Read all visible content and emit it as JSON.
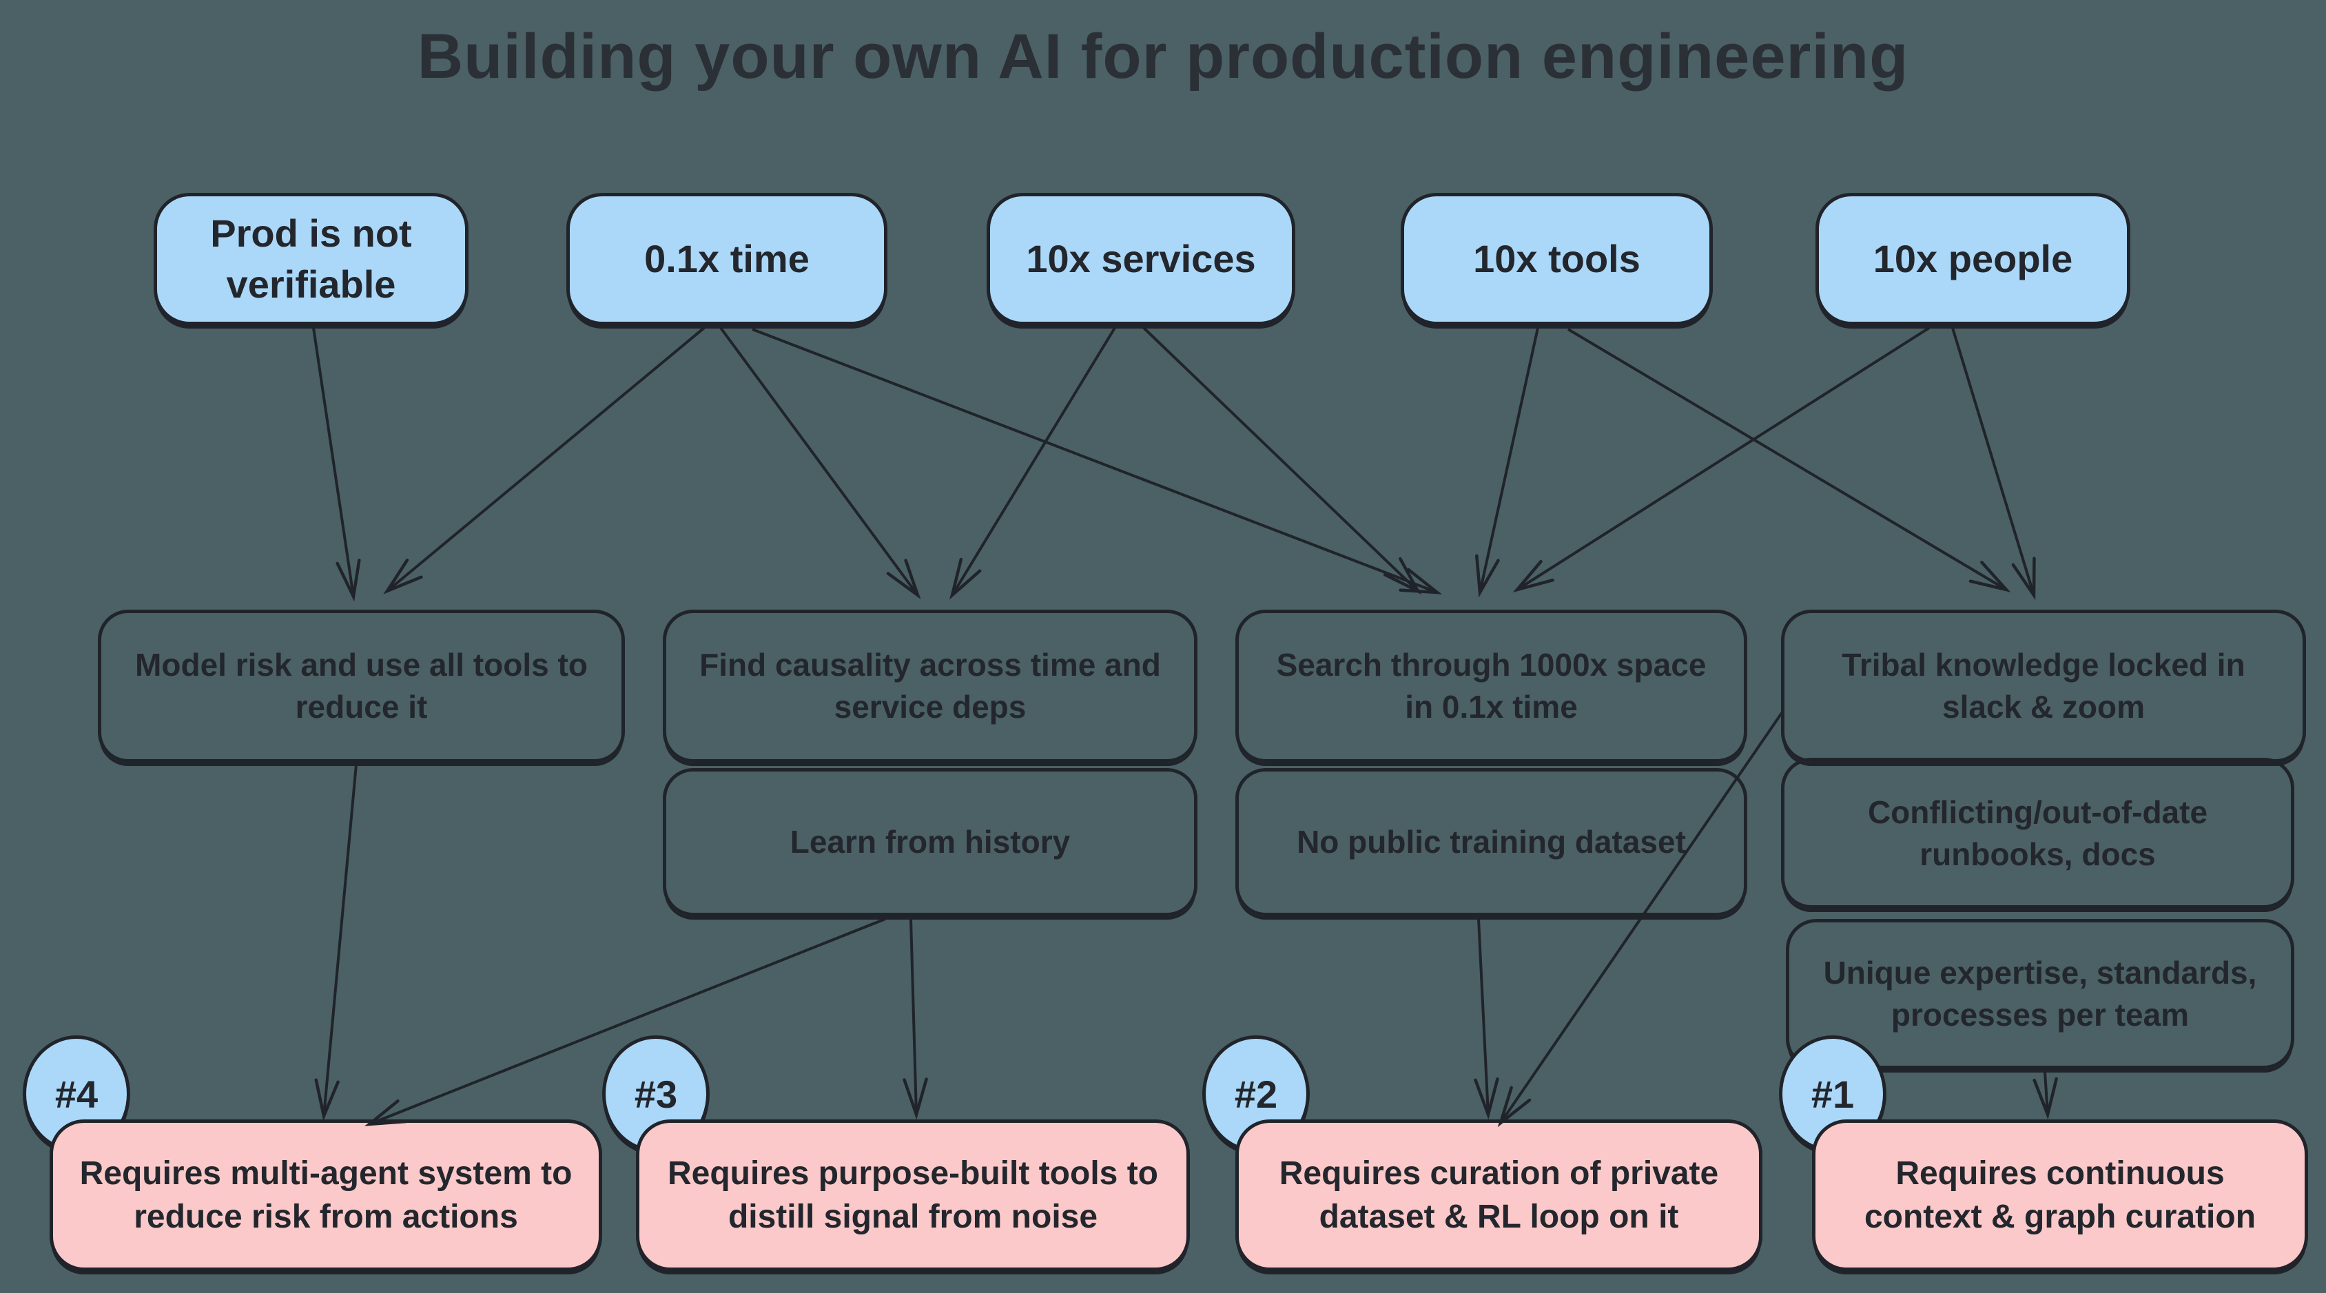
{
  "title": "Building your own AI for production engineering",
  "palette": {
    "background": "#4b6165",
    "stroke": "#20242a",
    "cause_fill": "#abd8f8",
    "requirement_fill": "#fbc9c9",
    "text": "#23272d"
  },
  "blue_nodes": [
    {
      "id": "b1",
      "label": "Prod is not verifiable"
    },
    {
      "id": "b2",
      "label": "0.1x time"
    },
    {
      "id": "b3",
      "label": "10x services"
    },
    {
      "id": "b4",
      "label": "10x tools"
    },
    {
      "id": "b5",
      "label": "10x people"
    }
  ],
  "challenge_nodes": [
    {
      "id": "m1",
      "label": "Model risk and use all tools to reduce it"
    },
    {
      "id": "m2",
      "label": "Find causality across time and service deps"
    },
    {
      "id": "m3",
      "label": "Search through 1000x space in 0.1x time"
    },
    {
      "id": "m4",
      "label": "Tribal knowledge locked in slack & zoom"
    },
    {
      "id": "m5",
      "label": "Learn from history"
    },
    {
      "id": "m6",
      "label": "No public training dataset"
    },
    {
      "id": "m7",
      "label": "Conflicting/out-of-date runbooks, docs"
    },
    {
      "id": "m8",
      "label": "Unique expertise, standards, processes per team"
    }
  ],
  "requirement_nodes": [
    {
      "id": "p4",
      "badge": "#4",
      "label": "Requires multi-agent system to reduce risk from actions"
    },
    {
      "id": "p3",
      "badge": "#3",
      "label": "Requires purpose-built tools to distill signal from noise"
    },
    {
      "id": "p2",
      "badge": "#2",
      "label": "Requires curation of private dataset & RL loop on it"
    },
    {
      "id": "p1",
      "badge": "#1",
      "label": "Requires continuous context & graph curation"
    }
  ],
  "edges": [
    {
      "from": "b1",
      "to": "m1"
    },
    {
      "from": "b2",
      "to": "m1"
    },
    {
      "from": "b2",
      "to": "m2"
    },
    {
      "from": "b2",
      "to": "m3"
    },
    {
      "from": "b3",
      "to": "m2"
    },
    {
      "from": "b3",
      "to": "m3"
    },
    {
      "from": "b4",
      "to": "m3"
    },
    {
      "from": "b4",
      "to": "m4"
    },
    {
      "from": "b5",
      "to": "m3"
    },
    {
      "from": "b5",
      "to": "m4"
    },
    {
      "from": "m1",
      "to": "p4"
    },
    {
      "from": "m5",
      "to": "p4"
    },
    {
      "from": "m5",
      "to": "p3"
    },
    {
      "from": "m6",
      "to": "p2"
    },
    {
      "from": "m4",
      "to": "p2"
    },
    {
      "from": "m8",
      "to": "p1"
    }
  ]
}
